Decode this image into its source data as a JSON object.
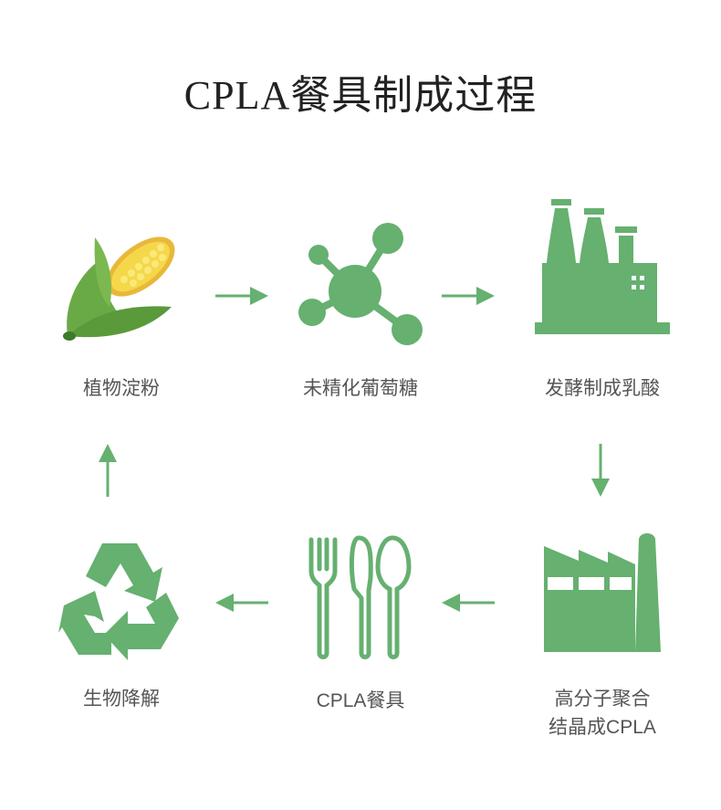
{
  "title": "CPLA餐具制成过程",
  "steps": {
    "plant_starch": "植物淀粉",
    "glucose": "未精化葡萄糖",
    "lactic_acid": "发酵制成乳酸",
    "polymer_line1": "高分子聚合",
    "polymer_line2": "结晶成CPLA",
    "tableware": "CPLA餐具",
    "biodegrade": "生物降解"
  },
  "colors": {
    "accent_green": "#66b070",
    "text": "#555555",
    "title": "#222222"
  },
  "icons": [
    "corn-icon",
    "molecule-icon",
    "factory-icon",
    "factory-chimney-icon",
    "cutlery-icon",
    "recycle-icon"
  ]
}
